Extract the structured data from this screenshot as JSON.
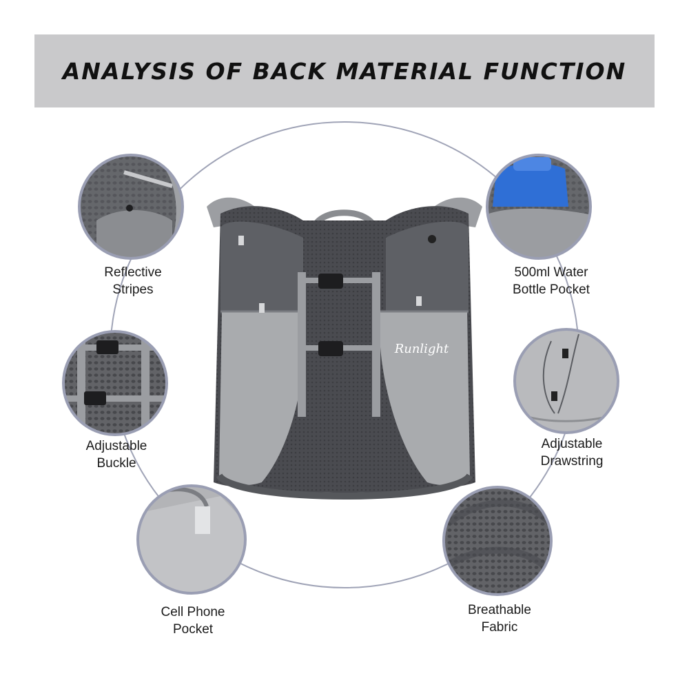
{
  "banner": {
    "title": "ANALYSIS OF BACK MATERIAL FUNCTION"
  },
  "brand": {
    "logo_text": "Runlight"
  },
  "features": {
    "reflective": {
      "line1": "Reflective",
      "line2": "Stripes"
    },
    "water": {
      "line1": "500ml Water",
      "line2": "Bottle Pocket"
    },
    "buckle": {
      "line1": "Adjustable",
      "line2": "Buckle"
    },
    "drawstring": {
      "line1": "Adjustable",
      "line2": "Drawstring"
    },
    "phone": {
      "line1": "Cell Phone",
      "line2": "Pocket"
    },
    "fabric": {
      "line1": "Breathable",
      "line2": "Fabric"
    }
  },
  "colors": {
    "banner": "#c9c9cb",
    "ring": "#8f93ab",
    "vest_dark": "#5b5d62",
    "vest_light": "#a9abae"
  }
}
